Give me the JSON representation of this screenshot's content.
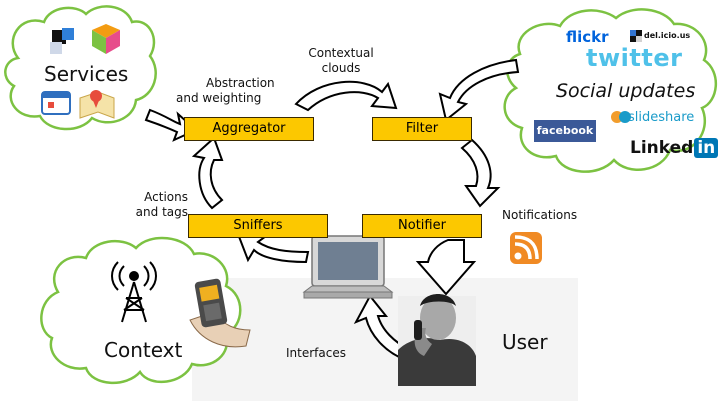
{
  "boxes": {
    "aggregator": "Aggregator",
    "filter": "Filter",
    "sniffers": "Sniffers",
    "notifier": "Notifier"
  },
  "labels": {
    "contextual_clouds_line1": "Contextual",
    "contextual_clouds_line2": "clouds",
    "abstraction_line1": "Abstraction",
    "abstraction_line2": "and weighting",
    "actions_line1": "Actions",
    "actions_line2": "and tags",
    "notifications": "Notifications",
    "interfaces": "Interfaces",
    "user": "User"
  },
  "clouds": {
    "services": "Services",
    "social_updates": "Social updates",
    "context": "Context"
  },
  "logos": {
    "flickr": "flickr",
    "delicious": "del.icio.us",
    "twitter": "twitter",
    "facebook": "facebook",
    "slideshare": "slideshare",
    "linkedin": "Linked",
    "linkedin_in": "in"
  },
  "colors": {
    "box_fill": "#fcc800",
    "cloud_border": "#7cc242",
    "arrow_fill": "#ffffff",
    "arrow_stroke": "#000000"
  }
}
